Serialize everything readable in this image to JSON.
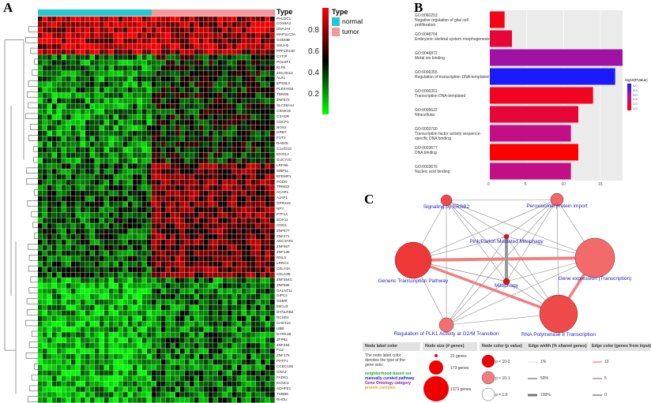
{
  "panels": {
    "a": "A",
    "b": "B",
    "c": "C"
  },
  "heatmap": {
    "type_label": "Type",
    "legend_title": "Type",
    "groups": [
      {
        "name": "normal",
        "color": "#26c7cf"
      },
      {
        "name": "tumor",
        "color": "#f2979a"
      }
    ],
    "scale_ticks": [
      "0.8",
      "0.6",
      "0.4",
      "0.2"
    ],
    "scale_colors": {
      "high": "#ff0000",
      "mid": "#000000",
      "low": "#00ff00"
    },
    "genes": [
      "PHLDC1",
      "COX6A2",
      "DNAJA4",
      "MAP1LC3A",
      "GSDMB",
      "SSUH2",
      "PPP1R14D",
      "CYTIP",
      "POU4F1",
      "KLF8",
      "ZSCAN12",
      "ALX1",
      "EPS8L3",
      "PLEKHG6",
      "TDRD5",
      "ZNF572",
      "SLC38A14",
      "CSNK1E",
      "CXADR",
      "CDCP1",
      "NOS2",
      "GRB7",
      "FUT2",
      "RAB25",
      "C1orf210",
      "MYO1A",
      "GUCY2C",
      "LRFN5",
      "WBP1L",
      "EFEMP1",
      "PODN",
      "TRIM22",
      "ACAP1",
      "AJAP1",
      "GPR143",
      "NPY",
      "PTF1A",
      "SOX11",
      "CDO1",
      "ZNF677",
      "ZNF471",
      "ADCYAP1",
      "ZNF667",
      "ZNF135",
      "RNLS",
      "LRRC4",
      "CELA3A",
      "CELA3B",
      "ZNF354C",
      "ZNF586",
      "GALNT11",
      "GIPC2",
      "OSMR",
      "MICU3",
      "DYNLRB2",
      "RCSD1",
      "CHST10",
      "UBB",
      "DYRK1B",
      "ZFP82",
      "ZNF284",
      "FUZ",
      "ZNF175",
      "PHTF1",
      "CCDC106",
      "GNAZ",
      "FADS1",
      "KCNC3",
      "ADHFE1",
      "TUBB6",
      "RHOU"
    ]
  },
  "chart_data": {
    "type": "bar",
    "orientation": "horizontal",
    "categories": [
      {
        "id": "GO:0060253",
        "name": "Negative regulation of glial cell proliferation"
      },
      {
        "id": "GO:0048704",
        "name": "Embryonic skeletal system morphogenesis"
      },
      {
        "id": "GO:0046872",
        "name": "Metal ion binding"
      },
      {
        "id": "GO:0006355",
        "name": "Regulation of transcription DNA-templated"
      },
      {
        "id": "GO:0006351",
        "name": "Transcription DNA-templated"
      },
      {
        "id": "GO:0005622",
        "name": "Ntracellular"
      },
      {
        "id": "GO:0003700",
        "name": "Transcription factor activity sequence-specific DNA binding"
      },
      {
        "id": "GO:0003677",
        "name": "DNA binding"
      },
      {
        "id": "GO:0003676",
        "name": "Nucleic acid binding"
      }
    ],
    "values": [
      2,
      3,
      18,
      17,
      14,
      12,
      11,
      12,
      11
    ],
    "color_values": [
      1.7,
      2.0,
      3.0,
      4.0,
      1.8,
      2.0,
      2.7,
      1.5,
      2.7
    ],
    "xticks": [
      "0",
      "5",
      "10",
      "15"
    ],
    "xlim": [
      0,
      18
    ],
    "legend_title": "-log10(PValue)",
    "legend_ticks": [
      "4.0",
      "3.5",
      "3.0",
      "2.5",
      "2.0",
      "1.5"
    ],
    "legend_placement": "right",
    "grid": true
  },
  "network": {
    "nodes": [
      {
        "label": "Signaling by ERBB2",
        "color": "#f04848"
      },
      {
        "label": "Peroxisomal protein import",
        "color": "#f26666"
      },
      {
        "label": "Pink/Parkin Mediated Mitophagy",
        "color": "#e01010"
      },
      {
        "label": "Mitophagy",
        "color": "#e01010"
      },
      {
        "label": "Generic Transcription Pathway",
        "color": "#ee3838"
      },
      {
        "label": "Gene expression (Transcription)",
        "color": "#f26a6a"
      },
      {
        "label": "RNA Polymerase II Transcription",
        "color": "#ef4a4a"
      },
      {
        "label": "Regulation of PLK1 Activity at G2/M Transition",
        "color": "#f27070"
      }
    ],
    "legend": {
      "label_color": {
        "title": "Node label color",
        "text": "The node label color denotes the type of the gene sets:",
        "types": [
          {
            "name": "neighborhood-based set",
            "color": "#22aa22"
          },
          {
            "name": "manually curated pathway",
            "color": "#2222cc"
          },
          {
            "name": "Gene Ontology category",
            "color": "#8822aa"
          },
          {
            "name": "protein complex",
            "color": "#ee9922"
          }
        ]
      },
      "size": {
        "title": "Node size (# genes)",
        "items": [
          "22 genes",
          "173 genes",
          "1373 genes"
        ]
      },
      "color": {
        "title": "Node color (p value)",
        "items": [
          "p < 10-2",
          "p < 10-1",
          "p = 1.0"
        ]
      },
      "edge_width": {
        "title": "Edge width (% shared genes)",
        "items": [
          "1%",
          "50%",
          "100%"
        ]
      },
      "edge_color": {
        "title": "Edge color (genes from input)",
        "items": [
          "10",
          "5",
          "0"
        ]
      }
    }
  }
}
